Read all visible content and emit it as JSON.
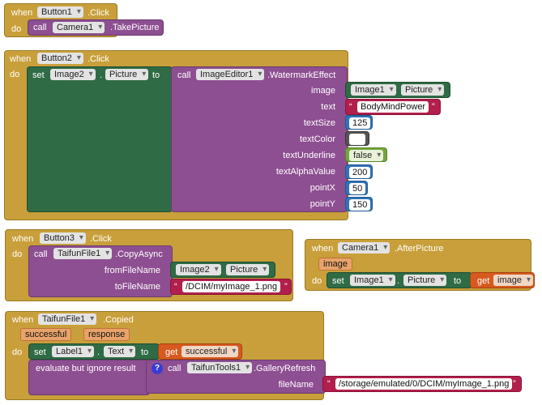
{
  "blocks": {
    "b1": {
      "when": "when",
      "component": "Button1",
      "event": ".Click",
      "do": "do",
      "call": "call",
      "callComp": "Camera1",
      "method": ".TakePicture"
    },
    "b2": {
      "when": "when",
      "component": "Button2",
      "event": ".Click",
      "do": "do",
      "set": "set",
      "setComp": "Image2",
      "dot": ".",
      "prop": "Picture",
      "to": "to",
      "call": "call",
      "callComp": "ImageEditor1",
      "method": ".WatermarkEffect",
      "params": {
        "image": "image",
        "text": "text",
        "textSize": "textSize",
        "textColor": "textColor",
        "textUnderline": "textUnderline",
        "textAlphaValue": "textAlphaValue",
        "pointX": "pointX",
        "pointY": "pointY"
      },
      "imageComp": "Image1",
      "imageProp": "Picture",
      "textVal": "BodyMindPower",
      "textSizeVal": "125",
      "textColorVal": "#ffffff",
      "underlineVal": "false",
      "alphaVal": "200",
      "pointXVal": "50",
      "pointYVal": "150"
    },
    "b3": {
      "when": "when",
      "component": "Button3",
      "event": ".Click",
      "do": "do",
      "call": "call",
      "callComp": "TaifunFile1",
      "method": ".CopyAsync",
      "fromLabel": "fromFileName",
      "toLabel": "toFileName",
      "fromComp": "Image2",
      "fromProp": "Picture",
      "toVal": "/DCIM/myImage_1.png"
    },
    "b4": {
      "when": "when",
      "component": "Camera1",
      "event": ".AfterPicture",
      "param": "image",
      "do": "do",
      "set": "set",
      "setComp": "Image1",
      "dot": ".",
      "prop": "Picture",
      "to": "to",
      "get": "get",
      "getVar": "image"
    },
    "b5": {
      "when": "when",
      "component": "TaifunFile1",
      "event": ".Copied",
      "param1": "successful",
      "param2": "response",
      "do": "do",
      "set": "set",
      "setComp": "Label1",
      "dot": ".",
      "prop": "Text",
      "to": "to",
      "get": "get",
      "getVar": "successful",
      "evaluate": "evaluate but ignore result",
      "help": "?",
      "call": "call",
      "callComp": "TaifunTools1",
      "method": ".GalleryRefresh",
      "fileLabel": "fileName",
      "fileVal": "/storage/emulated/0/DCIM/myImage_1.png"
    }
  }
}
